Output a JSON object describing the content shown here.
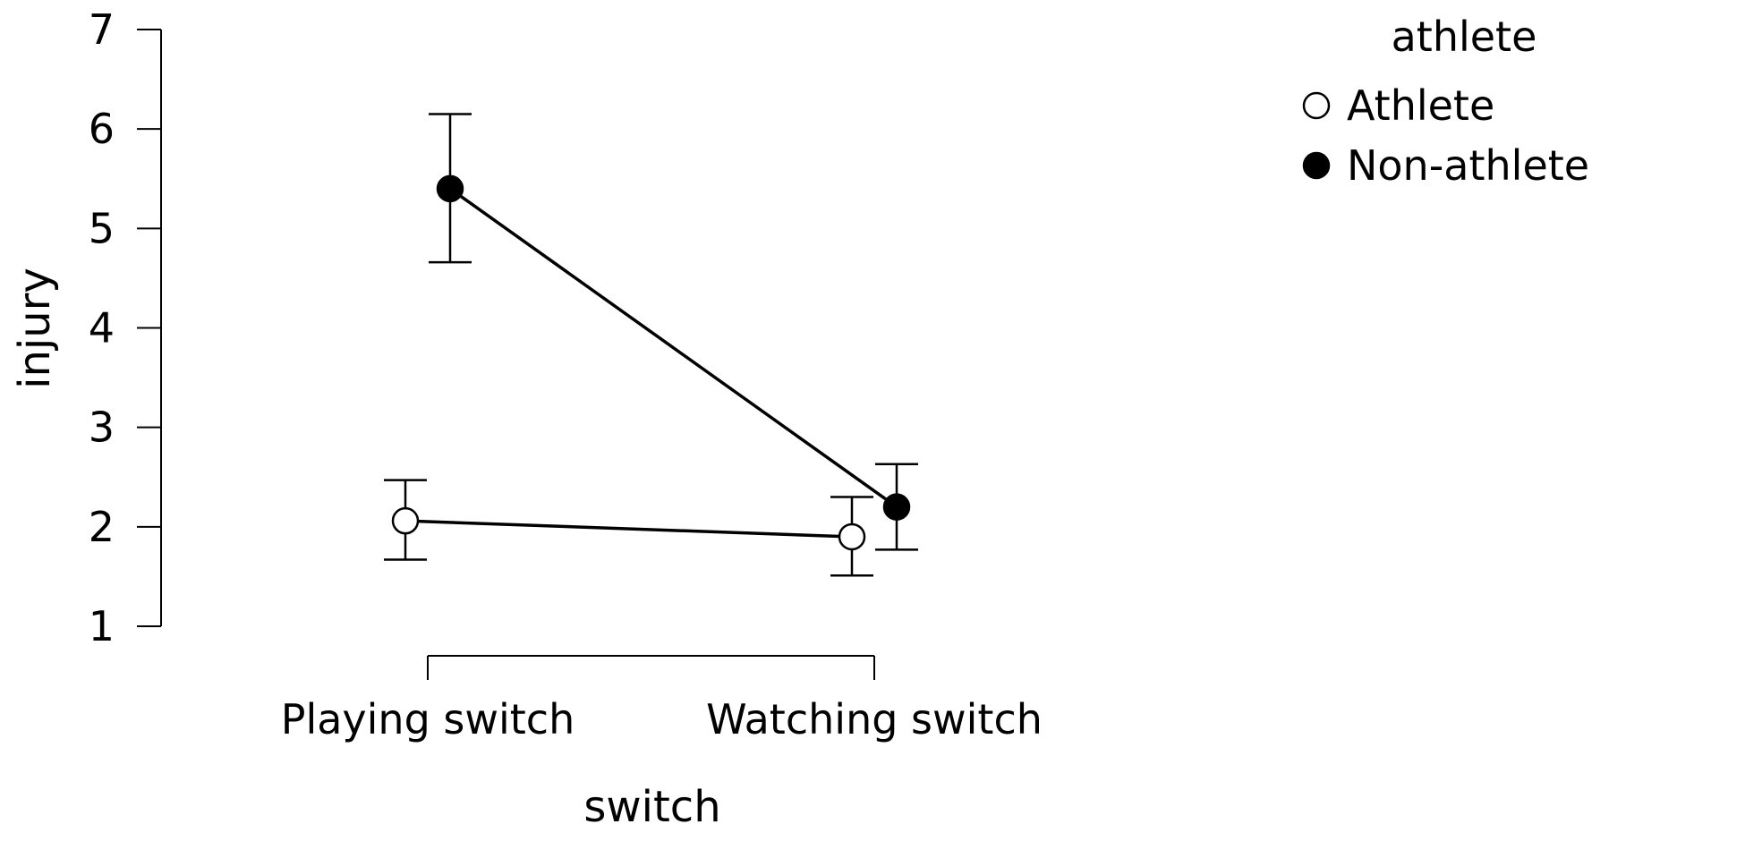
{
  "chart_data": {
    "type": "line",
    "xlabel": "switch",
    "ylabel": "injury",
    "categories": [
      "Playing switch",
      "Watching switch"
    ],
    "ylim": [
      1,
      7
    ],
    "yticks": [
      1,
      2,
      3,
      4,
      5,
      6,
      7
    ],
    "grid": false,
    "legend": {
      "title": "athlete",
      "placement": "top-right"
    },
    "series": [
      {
        "name": "Athlete",
        "marker": "open-circle",
        "fill": "#ffffff",
        "values": [
          2.06,
          1.9
        ],
        "error_low": [
          1.67,
          1.51
        ],
        "error_high": [
          2.47,
          2.3
        ]
      },
      {
        "name": "Non-athlete",
        "marker": "filled-circle",
        "fill": "#000000",
        "values": [
          5.4,
          2.2
        ],
        "error_low": [
          4.66,
          1.77
        ],
        "error_high": [
          6.15,
          2.63
        ]
      }
    ]
  }
}
